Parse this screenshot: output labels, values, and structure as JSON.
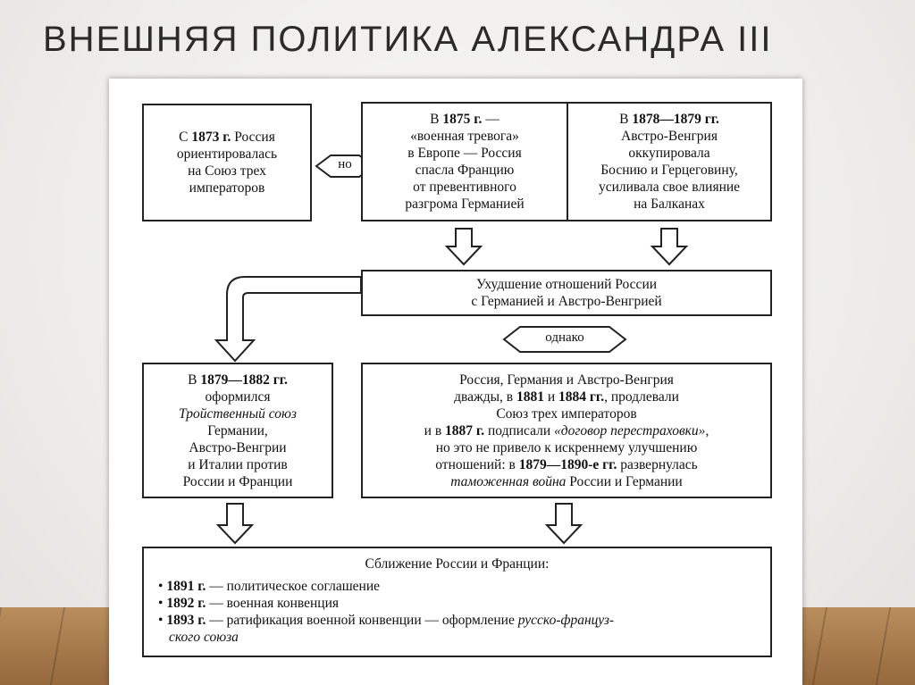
{
  "slide": {
    "title": "ВНЕШНЯЯ ПОЛИТИКА АЛЕКСАНДРА III"
  },
  "diagram": {
    "box1": {
      "line1_pre": "С ",
      "line1_bold": "1873 г.",
      "line1_post": " Россия",
      "line2": "ориентировалась",
      "line3": "на Союз трех",
      "line4": "императоров"
    },
    "connector_no": "но",
    "box2": {
      "line1_pre": "В ",
      "line1_bold": "1875 г.",
      "line1_post": " —",
      "line2": "«военная тревога»",
      "line3": "в Европе — Россия",
      "line4": "спасла Францию",
      "line5": "от превентивного",
      "line6": "разгрома Германией"
    },
    "box3": {
      "line1_pre": "В ",
      "line1_bold": "1878—1879 гг.",
      "line2": "Австро-Венгрия",
      "line3": "оккупировала",
      "line4": "Боснию и Герцеговину,",
      "line5": "усиливала свое влияние",
      "line6": "на Балканах"
    },
    "box4": {
      "line1": "Ухудшение отношений России",
      "line2": "с Германией и Австро-Венгрией"
    },
    "connector_odnako": "однако",
    "box5": {
      "line1_pre": "В ",
      "line1_bold": "1879—1882 гг.",
      "line2": "оформился",
      "line3_italic": "Тройственный союз",
      "line4": "Германии,",
      "line5": "Австро-Венгрии",
      "line6": "и Италии против",
      "line7": "России и Франции"
    },
    "box6": {
      "line1": "Россия, Германия и Австро-Венгрия",
      "line2_pre": "дважды, в ",
      "line2_bold1": "1881",
      "line2_mid": " и ",
      "line2_bold2": "1884 гг.",
      "line2_post": ", продлевали",
      "line3": "Союз трех императоров",
      "line4_pre": "и в ",
      "line4_bold": "1887 г.",
      "line4_mid": " подписали ",
      "line4_italic": "«договор перестраховки»",
      "line4_post": ",",
      "line5": "но это не привело к искреннему улучшению",
      "line6_pre": "отношений: в ",
      "line6_bold": "1879—1890-е гг.",
      "line6_post": " развернулась",
      "line7_italic": "таможенная война",
      "line7_post": " России и Германии"
    },
    "box7": {
      "heading": "Сближение России и Франции:",
      "items": [
        {
          "bullet": "•",
          "year": "1891 г.",
          "text": " — политическое соглашение"
        },
        {
          "bullet": "•",
          "year": "1892 г.",
          "text": " — военная конвенция"
        },
        {
          "bullet": "•",
          "year": "1893 г.",
          "text": " — ратификация военной конвенции — оформление ",
          "italic": "русско-француз-"
        }
      ],
      "last_line_italic": "ского союза"
    }
  }
}
